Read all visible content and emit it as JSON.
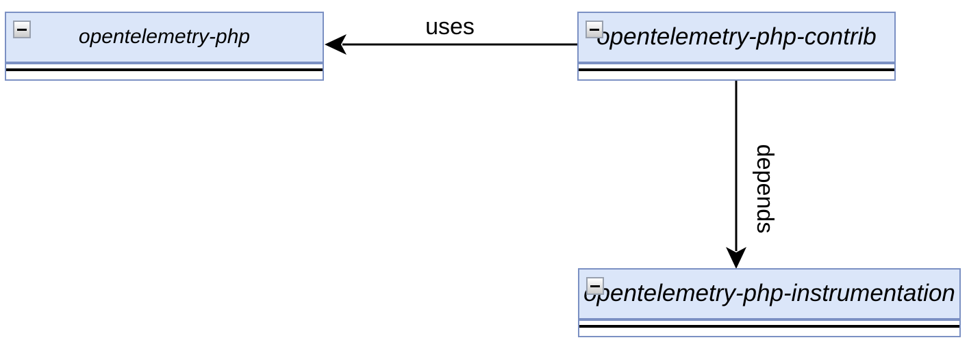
{
  "diagram": {
    "type": "package-dependency-diagram",
    "background": "#ffffff",
    "colors": {
      "package_fill": "#dbe6f9",
      "package_border": "#7b90c3",
      "arrow": "#000000",
      "label_text": "#000000"
    },
    "packages": [
      {
        "label": "opentelemetry-php",
        "icon": "minus-icon"
      },
      {
        "label": "opentelemetry-php-contrib",
        "icon": "minus-icon"
      },
      {
        "label": "opentelemetry-php-instrumentation",
        "icon": "minus-icon"
      }
    ],
    "edges": [
      {
        "label": "uses",
        "from": "opentelemetry-php-contrib",
        "to": "opentelemetry-php",
        "direction": "left"
      },
      {
        "label": "depends",
        "from": "opentelemetry-php-contrib",
        "to": "opentelemetry-php-instrumentation",
        "direction": "down"
      }
    ]
  }
}
